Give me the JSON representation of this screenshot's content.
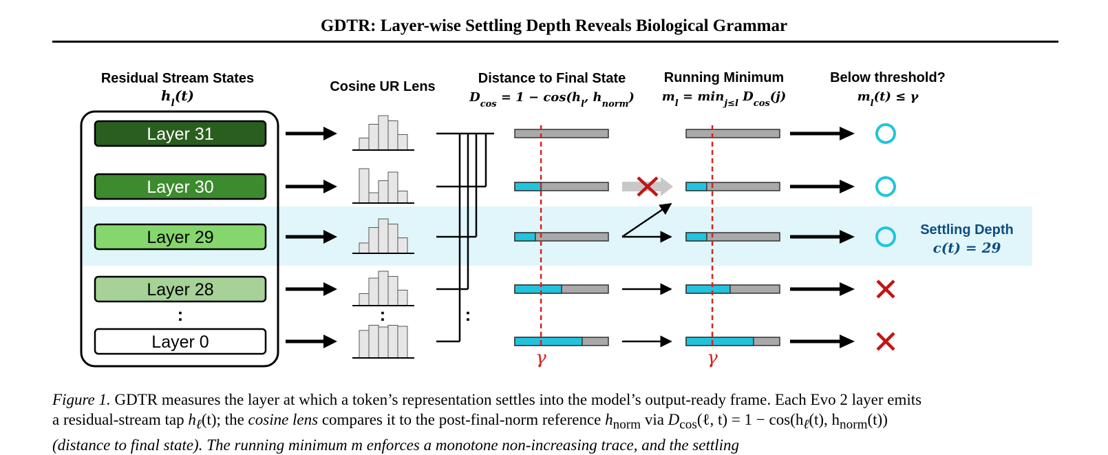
{
  "title": "GDTR: Layer-wise Settling Depth Reveals Biological Grammar",
  "figure": {
    "headers": {
      "residual": {
        "line1": "Residual Stream States",
        "line2": "h",
        "line2_sub": "l",
        "line2_tail": "(t)"
      },
      "lens": {
        "line1": "Cosine UR Lens"
      },
      "distance": {
        "line1": "Distance to Final State",
        "line2": "D",
        "line2_sub": "cos",
        "line2_tail": " = 1 − cos(h",
        "line2_sub2": "l",
        "line2_tail2": ", h",
        "line2_sub3": "norm",
        "line2_tail3": ")"
      },
      "running": {
        "line1": "Running  Minimum",
        "line2": "m",
        "line2_sub": "l",
        "line2_tail": " = min",
        "line2_sub2": "j≤l",
        "line2_tail2": " D",
        "line2_sub3": "cos",
        "line2_tail3": "(j)"
      },
      "below": {
        "line1": "Below threshold?",
        "line2": "m",
        "line2_sub": "l",
        "line2_tail": "(t) ≤ γ"
      }
    },
    "layers": [
      {
        "label": "Layer 31",
        "fill": "#2a5e1e",
        "text_color": "#ffffff",
        "distance": 0.0,
        "running_min": 0.0,
        "below": true,
        "hist": [
          0.35,
          0.75,
          1.0,
          0.85,
          0.45
        ]
      },
      {
        "label": "Layer 30",
        "fill": "#3d8b2f",
        "text_color": "#ffffff",
        "distance": 0.28,
        "running_min": 0.22,
        "below": true,
        "hist": [
          1.0,
          0.3,
          0.65,
          0.9,
          0.35
        ]
      },
      {
        "label": "Layer 29",
        "fill": "#86d66e",
        "text_color": "#000000",
        "distance": 0.22,
        "running_min": 0.22,
        "below": true,
        "hist": [
          0.3,
          0.75,
          1.0,
          0.85,
          0.45
        ]
      },
      {
        "label": "Layer 28",
        "fill": "#a6d197",
        "text_color": "#000000",
        "distance": 0.5,
        "running_min": 0.47,
        "below": false,
        "hist": [
          0.35,
          0.8,
          1.0,
          0.85,
          0.45
        ]
      },
      {
        "label": "Layer 0",
        "fill": "#ffffff",
        "text_color": "#000000",
        "distance": 0.72,
        "running_min": 0.72,
        "below": false,
        "hist": [
          0.8,
          0.95,
          0.9,
          0.95,
          0.92
        ]
      }
    ],
    "ellipsis": ":",
    "gamma": "γ",
    "threshold": 0.28,
    "settling": {
      "line1": "Settling Depth",
      "line2": "c(t) = 29"
    },
    "colors": {
      "accent": "#22c3dd",
      "bar_gray": "#a9a9a9",
      "threshold_red": "#d6201e",
      "band": "#e0f6fa",
      "settling_blue": "#0f4c81",
      "circle": "#22c3dd",
      "cross": "#c21414"
    }
  },
  "caption": {
    "label": "Figure 1.",
    "line1": "GDTR measures the layer at which a token’s representation settles into the model’s output-ready frame. Each Evo 2 layer emits",
    "line2a": "a residual-stream tap ",
    "line2b": "h",
    "line2c": "ℓ",
    "line2d": "(t); the ",
    "line2e": "cosine lens",
    "line2f": " compares it to the post-final-norm reference ",
    "line2g": "h",
    "line2h": "norm",
    "line2i": " via ",
    "line2j": "D",
    "line2k": "cos",
    "line2l": "(ℓ, t) = 1 − cos(h",
    "line2m": "ℓ",
    "line2n": "(t), h",
    "line2o": "norm",
    "line2p": "(t))",
    "line3": "(distance to final state). The running minimum m enforces a monotone non-increasing trace, and the settling"
  }
}
